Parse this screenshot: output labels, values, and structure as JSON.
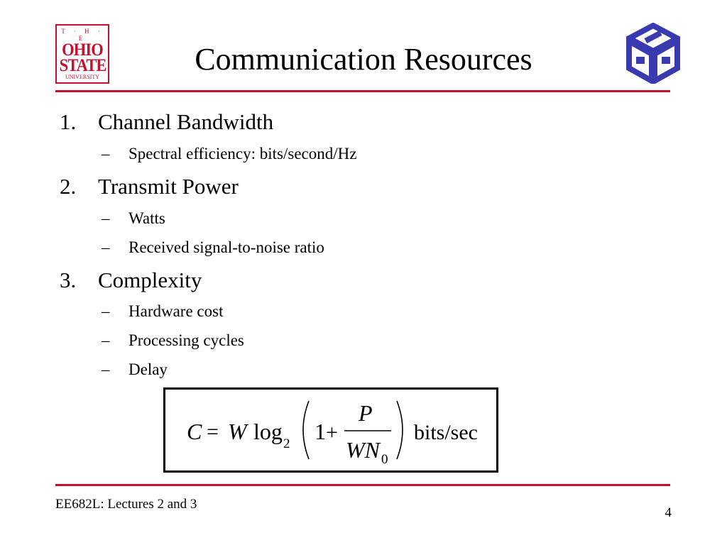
{
  "header": {
    "title": "Communication Resources",
    "university_logo": {
      "line1": "T · H · E",
      "line2": "OHIO",
      "line3": "STATE",
      "line4": "UNIVERSITY"
    },
    "colors": {
      "accent": "#c8102e",
      "cube_logo": "#3a3ab0"
    }
  },
  "outline": [
    {
      "number": "1.",
      "label": "Channel Bandwidth",
      "subitems": [
        "Spectral efficiency: bits/second/Hz"
      ]
    },
    {
      "number": "2.",
      "label": "Transmit Power",
      "subitems": [
        "Watts",
        "Received signal-to-noise ratio"
      ]
    },
    {
      "number": "3.",
      "label": "Complexity",
      "subitems": [
        "Hardware cost",
        "Processing cycles",
        "Delay"
      ]
    }
  ],
  "bullet_dash": "–",
  "formula": {
    "lhs": "C",
    "equals": "=",
    "w": "W",
    "log": "log",
    "log_base": "2",
    "one": "1",
    "plus": "+",
    "numerator": "P",
    "denominator": "WN",
    "denominator_sub": "0",
    "units": "bits/sec"
  },
  "footer": {
    "course": "EE682L: Lectures 2 and 3",
    "page_number": "4"
  }
}
